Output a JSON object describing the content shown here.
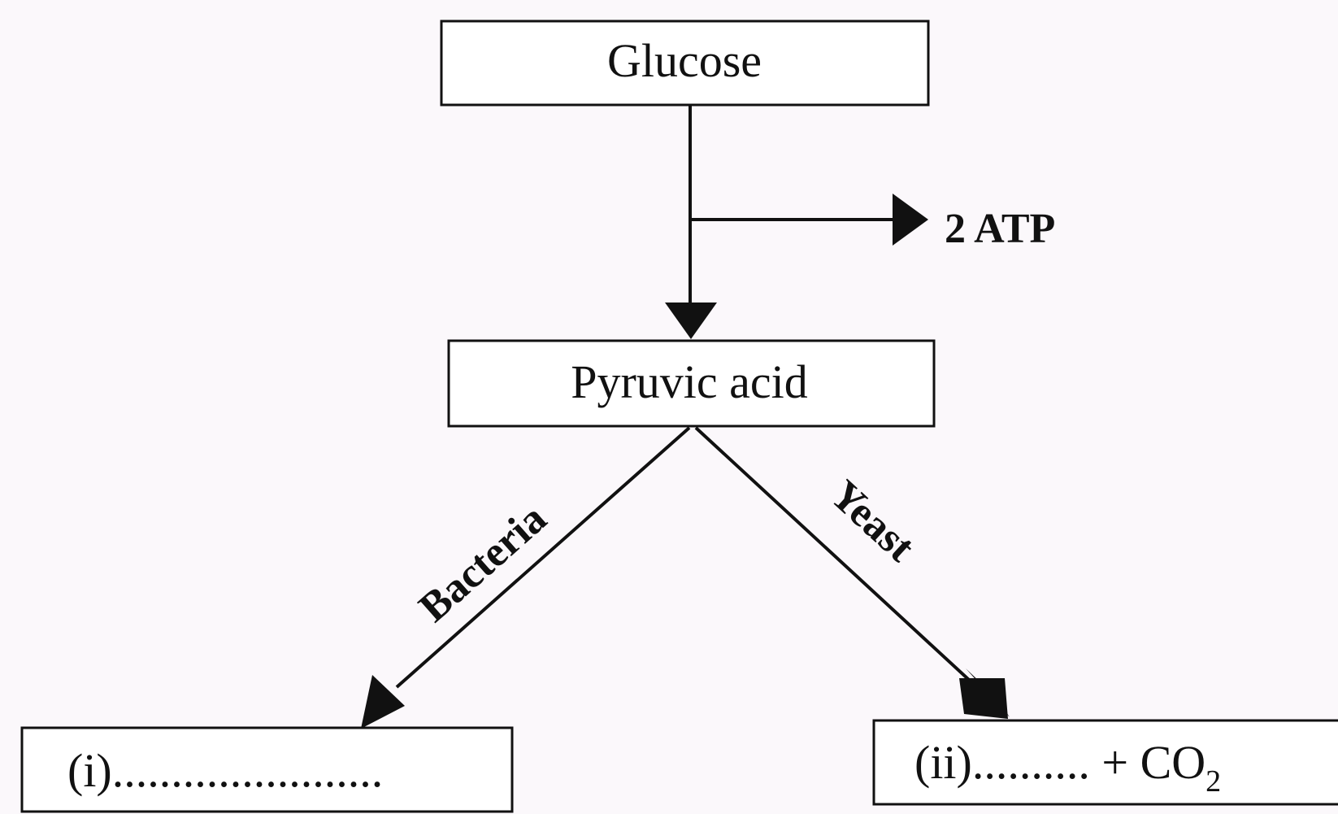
{
  "nodes": {
    "glucose": "Glucose",
    "pyruvic_acid": "Pyruvic acid",
    "product_i": "(i).......................",
    "product_ii_prefix": "(ii)..........",
    "product_ii_plus": " + CO",
    "product_ii_subscript": "2"
  },
  "side_output": "2 ATP",
  "edge_labels": {
    "bacteria": "Bacteria",
    "yeast": "Yeast"
  }
}
